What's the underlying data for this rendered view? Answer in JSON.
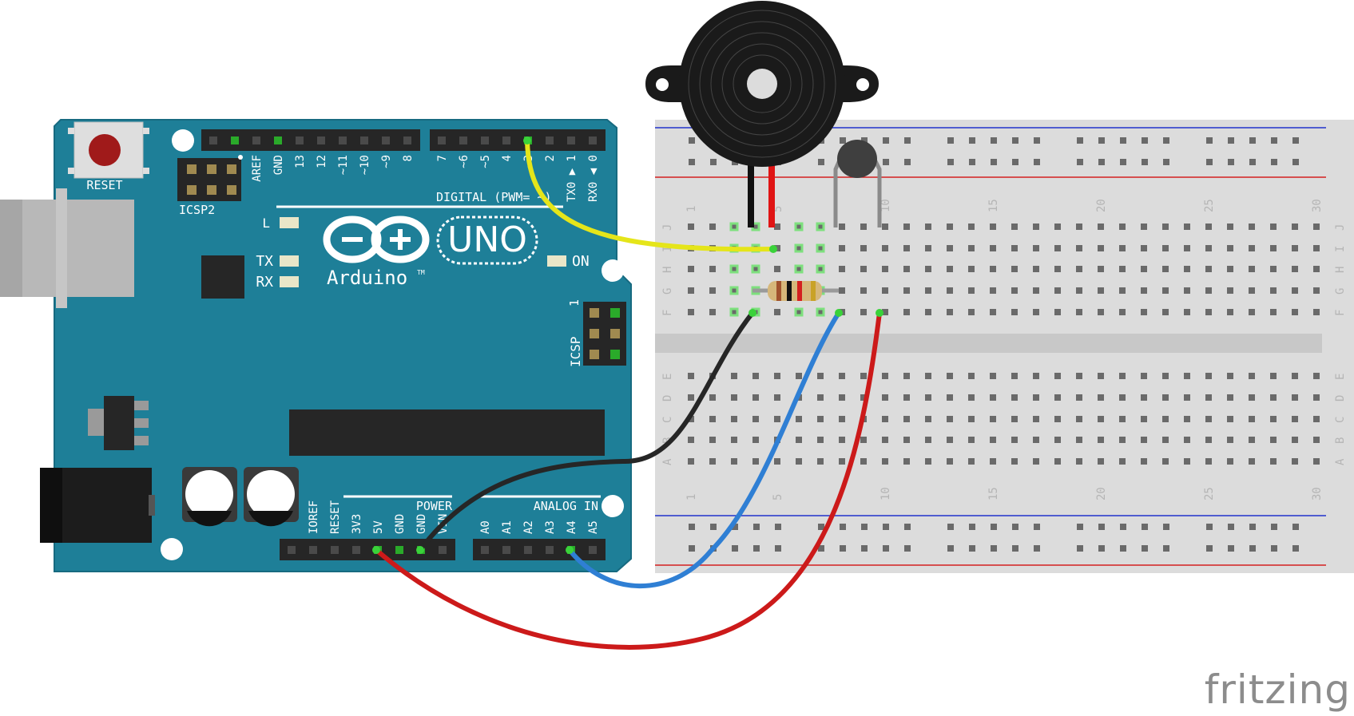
{
  "board": {
    "reset_label": "RESET",
    "icsp2_label": "ICSP2",
    "icsp_label": "ICSP",
    "icsp_pin1": "1",
    "led_l": "L",
    "led_tx": "TX",
    "led_rx": "RX",
    "led_on": "ON",
    "brand": "Arduino",
    "tm": "TM",
    "model": "UNO",
    "digital_label": "DIGITAL (PWM= ~)",
    "power_label": "POWER",
    "analog_label": "ANALOG IN",
    "top_header_left": [
      "AREF",
      "GND",
      "13",
      "12",
      "~11",
      "~10",
      "~9",
      "8"
    ],
    "top_header_right": [
      "7",
      "~6",
      "~5",
      "4",
      "~3",
      "2",
      "TX0 ▶ 1",
      "RX0 ◀ 0"
    ],
    "power_pins": [
      "IOREF",
      "RESET",
      "3V3",
      "5V",
      "GND",
      "GND",
      "VIN"
    ],
    "analog_pins": [
      "A0",
      "A1",
      "A2",
      "A3",
      "A4",
      "A5"
    ]
  },
  "breadboard": {
    "column_numbers": [
      "1",
      "5",
      "10",
      "15",
      "20",
      "25",
      "30"
    ],
    "row_letters_top": [
      "J",
      "I",
      "H",
      "G",
      "F"
    ],
    "row_letters_bottom": [
      "E",
      "D",
      "C",
      "B",
      "A"
    ]
  },
  "components": [
    "piezo-buzzer",
    "ceramic-capacitor",
    "resistor"
  ],
  "wires": [
    {
      "name": "yellow-wire",
      "color": "#e5e51a"
    },
    {
      "name": "black-wire",
      "color": "#262626"
    },
    {
      "name": "blue-wire",
      "color": "#2f7fd4"
    },
    {
      "name": "red-wire-5v",
      "color": "#cc1a1a"
    }
  ],
  "colors": {
    "board": "#1e7f98",
    "breadboard": "#dddddd",
    "rail_blue": "#1d38d8",
    "rail_red": "#d32020"
  },
  "watermark": "fritzing"
}
